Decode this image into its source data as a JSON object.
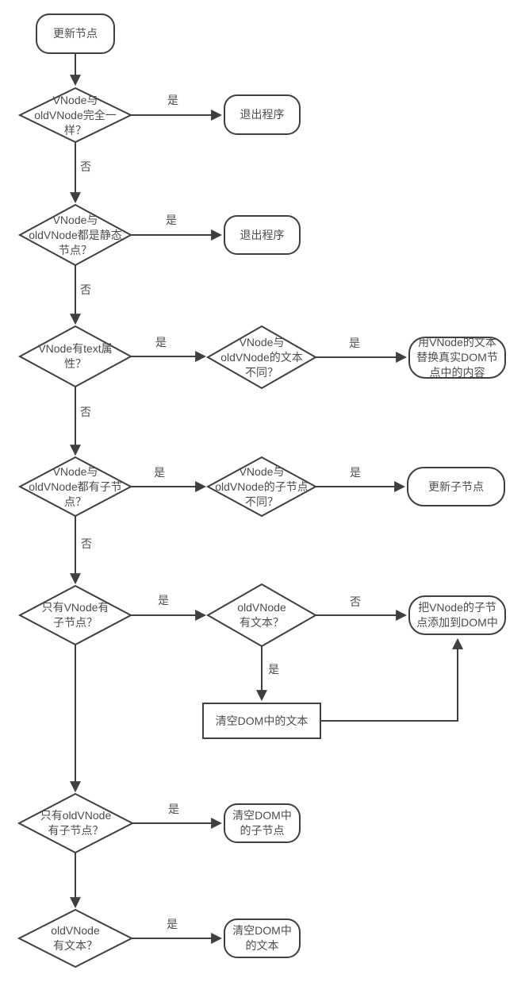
{
  "diagram": {
    "type": "flowchart",
    "background_color": "#ffffff",
    "line_color": "#3f3f3f",
    "text_color": "#4c4c4c",
    "nodes": {
      "start": {
        "shape": "terminal",
        "label": "更新节点"
      },
      "d1": {
        "shape": "decision",
        "label": "VNode与\noldVNode完全一\n样？"
      },
      "t1": {
        "shape": "terminal",
        "label": "退出程序"
      },
      "d2": {
        "shape": "decision",
        "label": "VNode与\noldVNode都是静态\n节点？"
      },
      "t2": {
        "shape": "terminal",
        "label": "退出程序"
      },
      "d3": {
        "shape": "decision",
        "label": "VNode有text属\n性？"
      },
      "d3r": {
        "shape": "decision",
        "label": "VNode与\noldVNode的文本\n不同？"
      },
      "t3": {
        "shape": "terminal",
        "label": "用VNode的文本\n替换真实DOM节\n点中的内容"
      },
      "d4": {
        "shape": "decision",
        "label": "VNode与\noldVNode都有子节\n点？"
      },
      "d4r": {
        "shape": "decision",
        "label": "VNode与\noldVNode的子节点\n不同？"
      },
      "t4": {
        "shape": "terminal",
        "label": "更新子节点"
      },
      "d5": {
        "shape": "decision",
        "label": "只有VNode有\n子节点？"
      },
      "d5r": {
        "shape": "decision",
        "label": "oldVNode\n有文本？"
      },
      "t5": {
        "shape": "terminal",
        "label": "把VNode的子节\n点添加到DOM中"
      },
      "p1": {
        "shape": "process",
        "label": "清空DOM中的文本"
      },
      "d6": {
        "shape": "decision",
        "label": "只有oldVNode\n有子节点？"
      },
      "t6": {
        "shape": "terminal",
        "label": "清空DOM中\n的子节点"
      },
      "d7": {
        "shape": "decision",
        "label": "oldVNode\n有文本？"
      },
      "t7": {
        "shape": "terminal",
        "label": "清空DOM中\n的文本"
      }
    },
    "edges": [
      {
        "from": "start",
        "to": "d1",
        "label": ""
      },
      {
        "from": "d1",
        "to": "t1",
        "label": "是"
      },
      {
        "from": "d1",
        "to": "d2",
        "label": "否"
      },
      {
        "from": "d2",
        "to": "t2",
        "label": "是"
      },
      {
        "from": "d2",
        "to": "d3",
        "label": "否"
      },
      {
        "from": "d3",
        "to": "d3r",
        "label": "是"
      },
      {
        "from": "d3r",
        "to": "t3",
        "label": "是"
      },
      {
        "from": "d3",
        "to": "d4",
        "label": "否"
      },
      {
        "from": "d4",
        "to": "d4r",
        "label": "是"
      },
      {
        "from": "d4r",
        "to": "t4",
        "label": "是"
      },
      {
        "from": "d4",
        "to": "d5",
        "label": "否"
      },
      {
        "from": "d5",
        "to": "d5r",
        "label": "是"
      },
      {
        "from": "d5r",
        "to": "t5",
        "label": "否"
      },
      {
        "from": "d5r",
        "to": "p1",
        "label": "是"
      },
      {
        "from": "p1",
        "to": "t5",
        "label": ""
      },
      {
        "from": "d5",
        "to": "d6",
        "label": ""
      },
      {
        "from": "d6",
        "to": "t6",
        "label": "是"
      },
      {
        "from": "d6",
        "to": "d7",
        "label": ""
      },
      {
        "from": "d7",
        "to": "t7",
        "label": "是"
      }
    ]
  }
}
